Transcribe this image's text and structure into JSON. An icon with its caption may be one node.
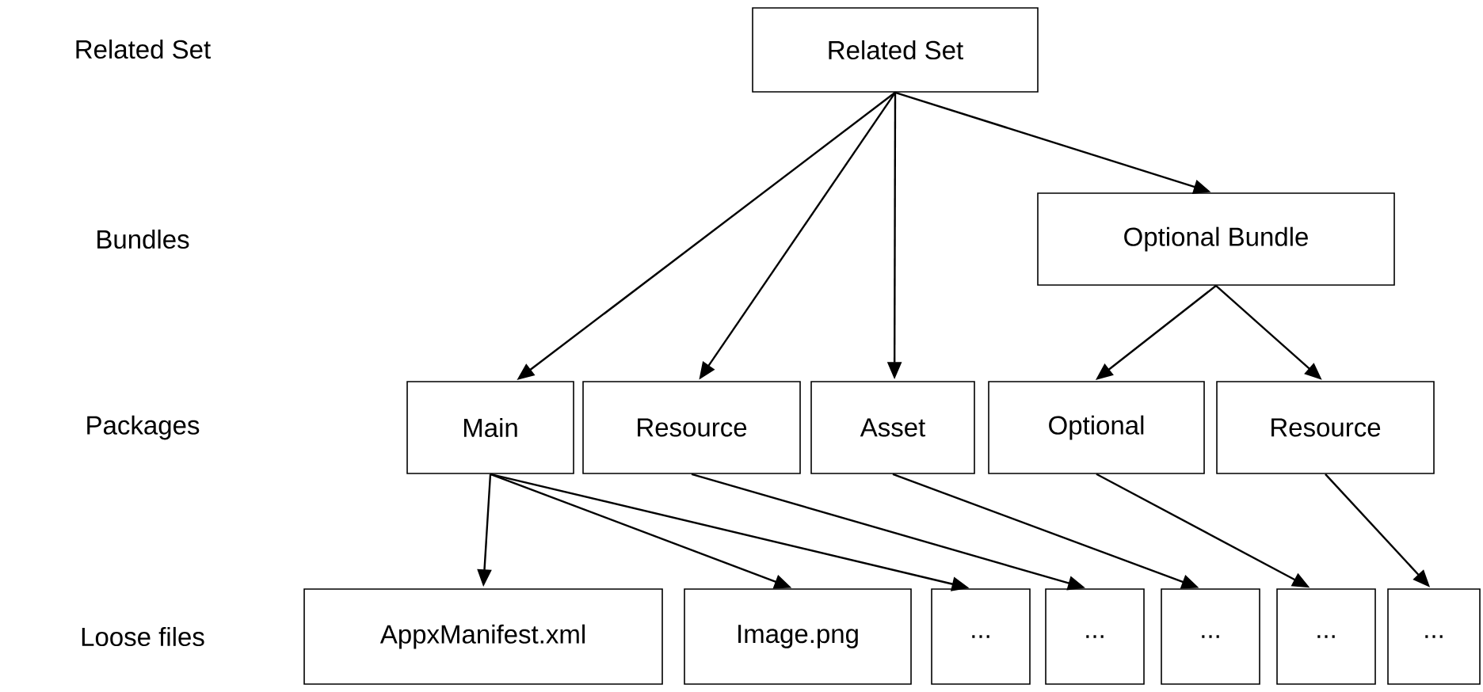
{
  "diagram": {
    "nodes": [
      {
        "text": [
          "Related Set"
        ]
      },
      {
        "text": [
          "Optional Bundle"
        ]
      },
      {
        "text": [
          "Main"
        ]
      },
      {
        "text": [
          "Resource"
        ]
      },
      {
        "text": [
          "Asset"
        ]
      },
      {
        "text": [
          "Optional"
        ]
      },
      {
        "text": [
          "Resource"
        ]
      },
      {
        "text": [
          "AppxManifest.xml"
        ]
      },
      {
        "text": [
          "Image.png"
        ]
      },
      {
        "text": [
          "..."
        ]
      },
      {
        "text": [
          "..."
        ]
      },
      {
        "text": [
          "..."
        ]
      },
      {
        "text": [
          "..."
        ]
      },
      {
        "text": [
          "..."
        ]
      }
    ],
    "edges": [
      {
        "from": 0,
        "to": 2,
        "arrow": "to"
      },
      {
        "from": 0,
        "to": 3,
        "arrow": "to"
      },
      {
        "from": 0,
        "to": 4,
        "arrow": "to"
      },
      {
        "from": 0,
        "to": 1,
        "arrow": "to"
      },
      {
        "from": 1,
        "to": 5,
        "arrow": "to"
      },
      {
        "from": 1,
        "to": 6,
        "arrow": "to"
      },
      {
        "from": 2,
        "to": 7,
        "arrow": "to"
      },
      {
        "from": 2,
        "to": 8,
        "arrow": "to"
      },
      {
        "from": 2,
        "to": 9,
        "arrow": "to"
      },
      {
        "from": 3,
        "to": 10,
        "arrow": "to"
      },
      {
        "from": 4,
        "to": 11,
        "arrow": "to"
      },
      {
        "from": 5,
        "to": 12,
        "arrow": "to"
      },
      {
        "from": 6,
        "to": 13,
        "arrow": "to"
      }
    ],
    "labels": [
      "Related Set",
      "Bundles",
      "Packages",
      "Loose files"
    ]
  }
}
